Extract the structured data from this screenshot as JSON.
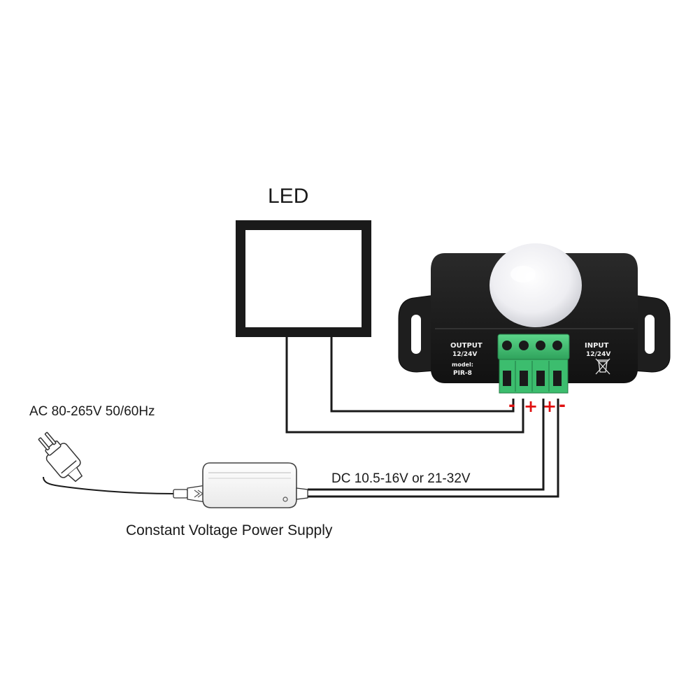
{
  "labels": {
    "led": "LED",
    "ac_input": "AC 80-265V 50/60Hz",
    "dc_output": "DC 10.5-16V or 21-32V",
    "power_supply": "Constant Voltage Power Supply"
  },
  "sensor": {
    "output_title": "OUTPUT",
    "output_voltage": "12/24V",
    "model_label": "model:",
    "model_name": "PIR-8",
    "input_title": "INPUT",
    "input_voltage": "12/24V"
  },
  "terminals": {
    "t1": "-",
    "t2": "+",
    "t3": "+",
    "t4": "-"
  },
  "colors": {
    "wire": "#1a1a1a",
    "device_body": "#1c1c1c",
    "terminal_block": "#3fbf6f",
    "polarity": "#e01010",
    "dome": "#f4f4f6"
  },
  "icons": {
    "plug": "ac-plug-icon",
    "recycle_bin": "crossed-bin-icon"
  }
}
